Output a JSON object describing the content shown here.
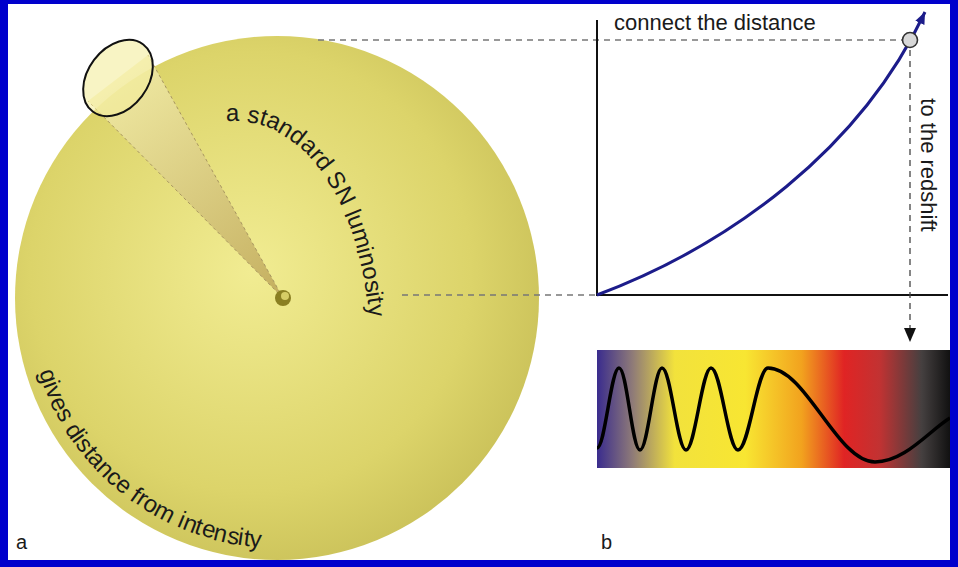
{
  "diagram": {
    "labels": [
      "a standard SN luminosity",
      "gives distance from intensity",
      "connect the distance",
      "to the redshift",
      "a",
      "b"
    ]
  }
}
